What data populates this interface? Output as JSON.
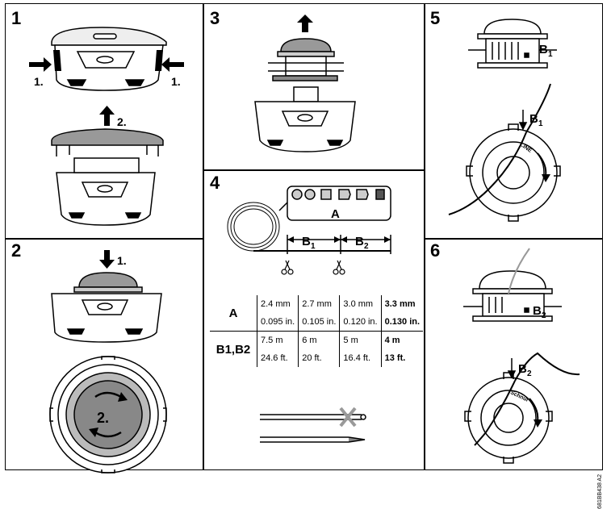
{
  "panels": {
    "p1": {
      "num": "1",
      "arrow_left": "1.",
      "arrow_right": "1.",
      "arrow_up": "2."
    },
    "p2": {
      "num": "2",
      "arrow_down": "1.",
      "rotate": "2."
    },
    "p3": {
      "num": "3"
    },
    "p4": {
      "num": "4",
      "label_a": "A",
      "label_b1": "B",
      "label_b1_sub": "1",
      "label_b2": "B",
      "label_b2_sub": "2"
    },
    "p5": {
      "num": "5",
      "label_top": "B",
      "label_top_sub": "1",
      "label_bottom": "B",
      "label_bottom_sub": "1",
      "hub_text": "LINE"
    },
    "p6": {
      "num": "6",
      "label_top": "B",
      "label_top_sub": "2",
      "label_bottom": "B",
      "label_bottom_sub": "2",
      "hub_text": "Schnur"
    }
  },
  "spec_table": {
    "row_a": {
      "key": "A",
      "metric": [
        "2.4 mm",
        "2.7 mm",
        "3.0 mm",
        "3.3 mm"
      ],
      "imperial": [
        "0.095 in.",
        "0.105 in.",
        "0.120 in.",
        "0.130 in."
      ]
    },
    "row_b": {
      "key": "B1,B2",
      "metric": [
        "7.5 m",
        "6 m",
        "5 m",
        "4 m"
      ],
      "imperial": [
        "24.6 ft.",
        "20 ft.",
        "16.4 ft.",
        "13 ft."
      ]
    }
  },
  "doc_code": "681BB438 A2"
}
